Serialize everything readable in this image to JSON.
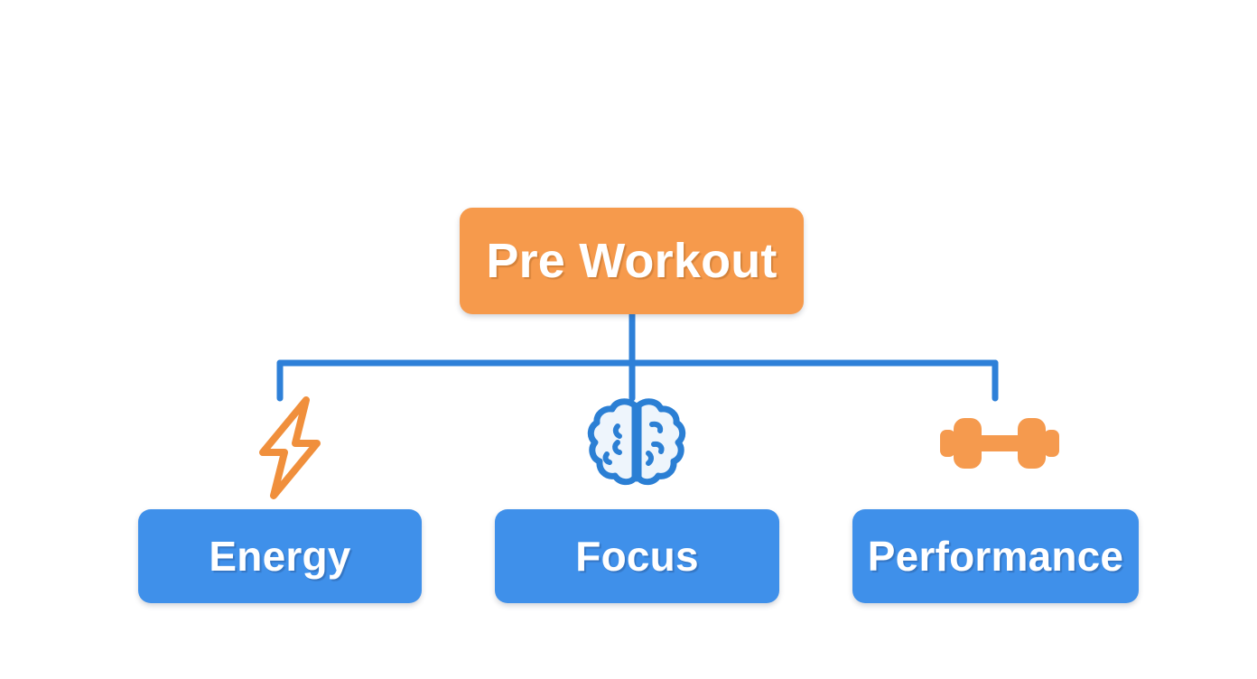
{
  "diagram": {
    "title": "Pre Workout",
    "type": "hierarchy-tree",
    "background_color": "#ffffff",
    "root": {
      "id": "root",
      "label": "Pre Workout",
      "box_color": "#F69A4C",
      "text_color": "#ffffff"
    },
    "children": [
      {
        "id": "energy",
        "label": "Energy",
        "box_color": "#3F90EA",
        "text_color": "#ffffff",
        "icon": "lightning-bolt-icon",
        "icon_color": "#F08F3C",
        "icon_style": "outline"
      },
      {
        "id": "focus",
        "label": "Focus",
        "box_color": "#3F90EA",
        "text_color": "#ffffff",
        "icon": "brain-icon",
        "icon_color": "#2B7FD4",
        "icon_fill": "#EEF5FC",
        "icon_style": "outline-filled"
      },
      {
        "id": "performance",
        "label": "Performance",
        "box_color": "#3F90EA",
        "text_color": "#ffffff",
        "icon": "dumbbell-icon",
        "icon_color": "#F59A4E",
        "icon_style": "solid"
      }
    ],
    "connector": {
      "color": "#2E80D8",
      "stroke_width": 7,
      "style": "elbow-rounded"
    }
  }
}
